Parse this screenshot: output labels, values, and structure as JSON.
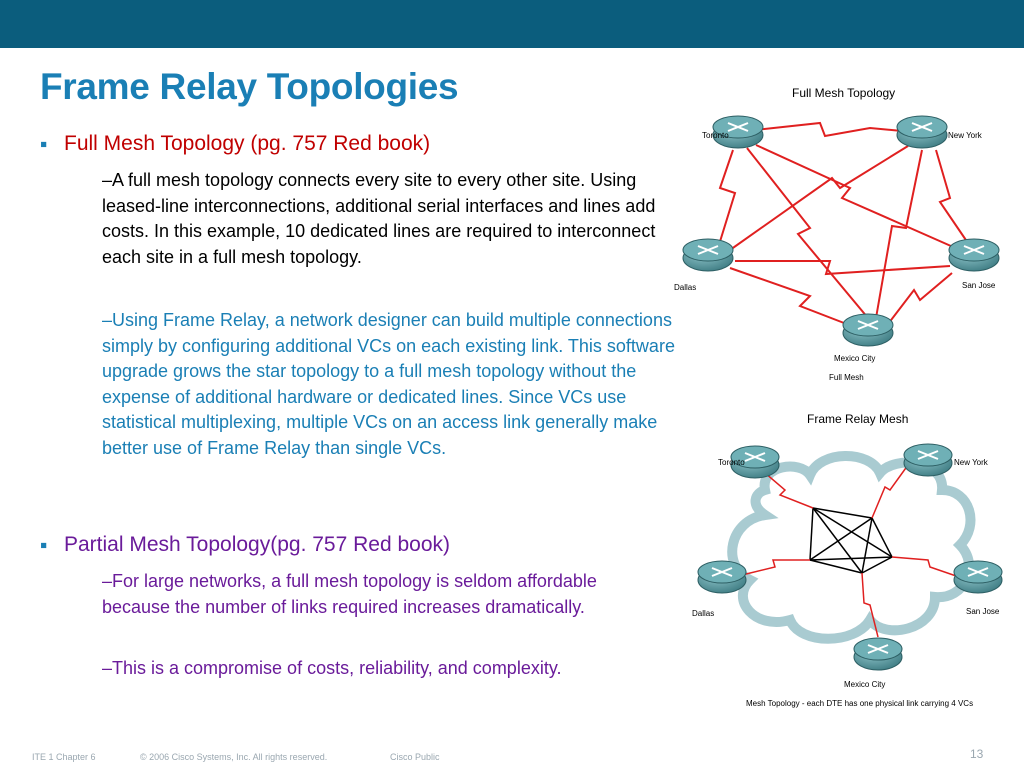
{
  "slide": {
    "title": "Frame Relay Topologies",
    "bullets": [
      {
        "marker": "▪",
        "text": "Full Mesh Topology (pg. 757 Red book)",
        "subs": [
          "–A full mesh topology connects every site to every other site. Using leased-line interconnections, additional serial interfaces and lines add costs. In this example, 10 dedicated lines are required to interconnect each site in a full mesh topology.",
          "–Using Frame Relay, a network designer can build multiple connections simply by configuring additional VCs on each existing link. This software upgrade grows the star topology to a full mesh topology without the expense of additional hardware or dedicated lines. Since VCs use statistical multiplexing, multiple VCs on an access link generally make better use of Frame Relay than single VCs."
        ]
      },
      {
        "marker": "▪",
        "text": "Partial Mesh Topology(pg. 757 Red book)",
        "subs": [
          "–For large networks, a full mesh topology is seldom affordable because the number of links required increases dramatically.",
          "–This is a compromise of costs, reliability, and complexity."
        ]
      }
    ]
  },
  "diagram1": {
    "title": "Full Mesh Topology",
    "caption": "Full Mesh",
    "sites": [
      "Toronto",
      "New York",
      "Dallas",
      "San Jose",
      "Mexico City"
    ]
  },
  "diagram2": {
    "title": "Frame Relay Mesh",
    "caption": "Mesh Topology - each DTE has one physical link carrying 4 VCs",
    "sites": [
      "Toronto",
      "New York",
      "Dallas",
      "San Jose",
      "Mexico City"
    ]
  },
  "footer": {
    "course": "ITE 1 Chapter 6",
    "copyright": "© 2006 Cisco Systems, Inc. All rights reserved.",
    "classification": "Cisco Public",
    "page": "13"
  },
  "colors": {
    "header_bar": "#0b5d7d",
    "title": "#1a7fb5",
    "bullet1": "#c00000",
    "bullet2": "#6a1b9a",
    "link": "#e02020",
    "router": "#4a8f96"
  }
}
